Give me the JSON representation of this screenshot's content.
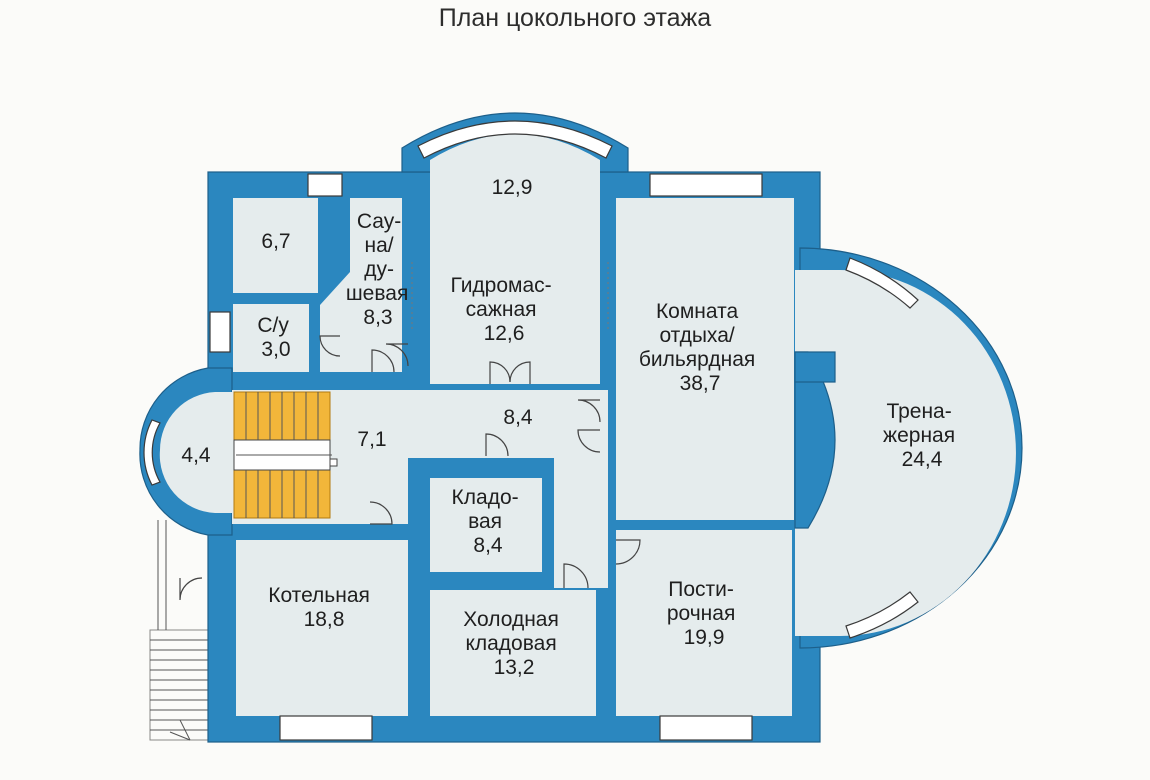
{
  "title": "План цокольного этажа",
  "colors": {
    "wall": "#2b87bf",
    "floor": "#e5eced",
    "stairs": "#f2b63a"
  },
  "rooms": {
    "r67": {
      "lines": [
        "6,7"
      ]
    },
    "sauna": {
      "lines": [
        "Сау-",
        "на/",
        "ду-",
        "шевая",
        "8,3"
      ]
    },
    "wc": {
      "lines": [
        "С/у",
        "3,0"
      ]
    },
    "bay": {
      "lines": [
        "12,9"
      ]
    },
    "hydro": {
      "lines": [
        "Гидромас-",
        "сажная",
        "12,6"
      ]
    },
    "lounge": {
      "lines": [
        "Комната",
        "отдыха/",
        "бильярдная",
        "38,7"
      ]
    },
    "gym": {
      "lines": [
        "Трена-",
        "жерная",
        "24,4"
      ]
    },
    "round": {
      "lines": [
        "4,4"
      ]
    },
    "hall": {
      "lines": [
        "7,1"
      ]
    },
    "corr": {
      "lines": [
        "8,4"
      ]
    },
    "pantry": {
      "lines": [
        "Кладо-",
        "вая",
        "8,4"
      ]
    },
    "boiler": {
      "lines": [
        "Котельная",
        "18,8"
      ]
    },
    "cold": {
      "lines": [
        "Холодная",
        "кладовая",
        "13,2"
      ]
    },
    "laundry": {
      "lines": [
        "Пости-",
        "рочная",
        "19,9"
      ]
    }
  }
}
